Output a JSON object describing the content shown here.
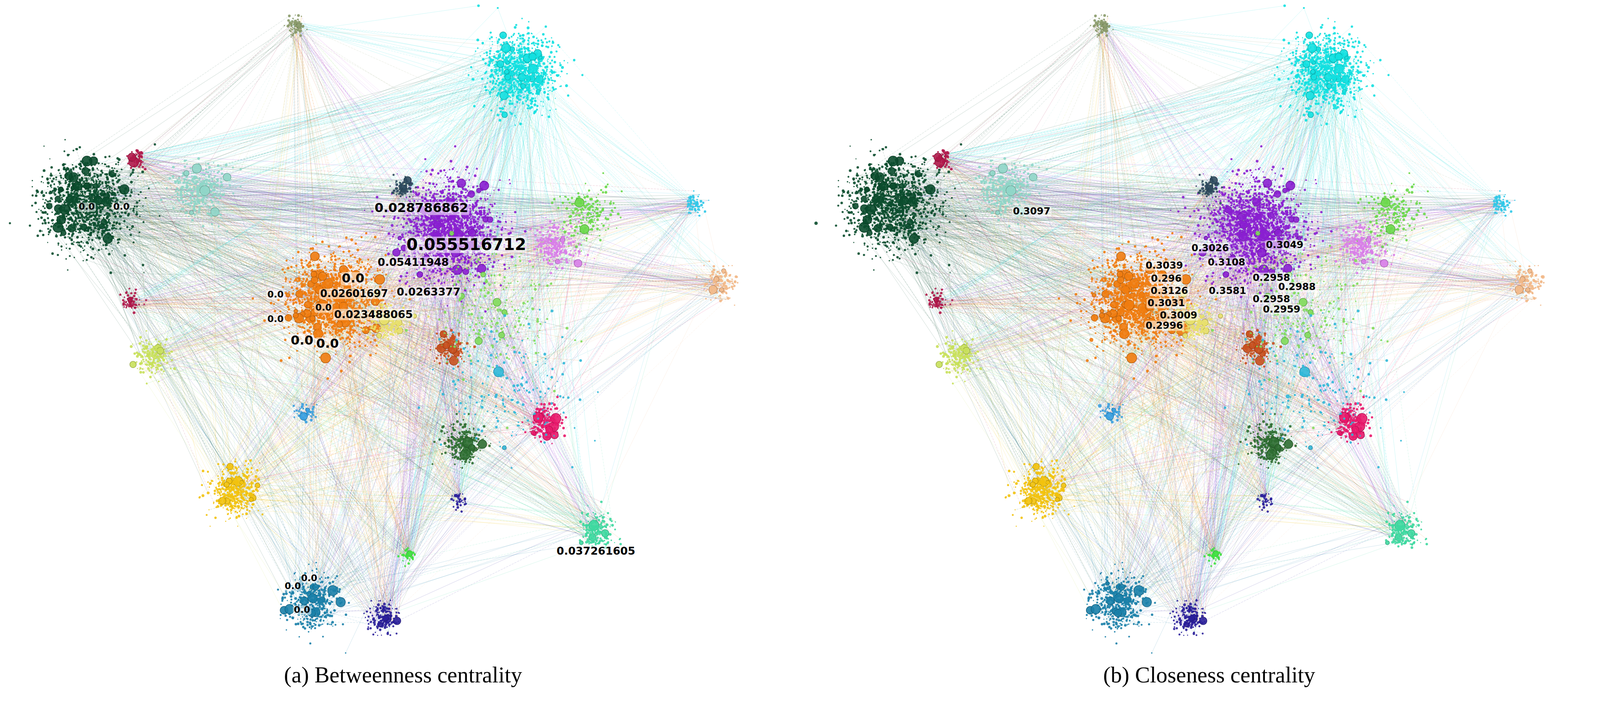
{
  "diagram": {
    "labels": [
      "0.0",
      "0.0",
      "0.028786862",
      "0.055516712",
      "0.05411948",
      "0.0",
      "0.0",
      "0.02601697",
      "0.0263377",
      "0.0",
      "0.0",
      "0.023488065",
      "0.0",
      "0.0",
      "0.037261605",
      "0.0",
      "0.0",
      "0.0",
      "0.3097",
      "0.3026",
      "0.3049",
      "0.3108",
      "0.3039",
      "0.296",
      "0.2958",
      "0.2988",
      "0.3126",
      "0.3581",
      "0.2958",
      "0.3031",
      "0.3009",
      "0.2996",
      "0.2959",
      "(a) Betweenness centrality",
      "(b) Closeness centrality"
    ]
  }
}
